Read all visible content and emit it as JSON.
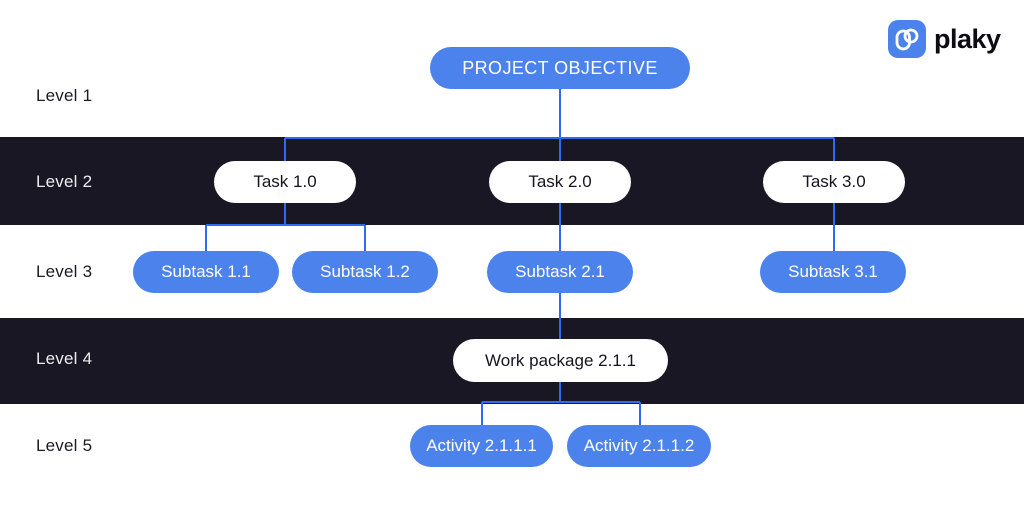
{
  "header": {
    "brand": "plaky"
  },
  "colors": {
    "pill_blue": "#4C82EB",
    "connector_blue": "#2F6BF2",
    "band_dark": "#191723",
    "pill_white": "#ffffff"
  },
  "levels": [
    {
      "label": "Level 1"
    },
    {
      "label": "Level 2"
    },
    {
      "label": "Level 3"
    },
    {
      "label": "Level 4"
    },
    {
      "label": "Level 5"
    }
  ],
  "nodes": {
    "project": {
      "label": "PROJECT OBJECTIVE"
    },
    "task_1": {
      "label": "Task 1.0"
    },
    "task_2": {
      "label": "Task 2.0"
    },
    "task_3": {
      "label": "Task 3.0"
    },
    "subtask_1_1": {
      "label": "Subtask 1.1"
    },
    "subtask_1_2": {
      "label": "Subtask 1.2"
    },
    "subtask_2_1": {
      "label": "Subtask 2.1"
    },
    "subtask_3_1": {
      "label": "Subtask 3.1"
    },
    "work_package_2_1_1": {
      "label": "Work package 2.1.1"
    },
    "activity_2_1_1_1": {
      "label": "Activity 2.1.1.1"
    },
    "activity_2_1_1_2": {
      "label": "Activity 2.1.1.2"
    }
  }
}
